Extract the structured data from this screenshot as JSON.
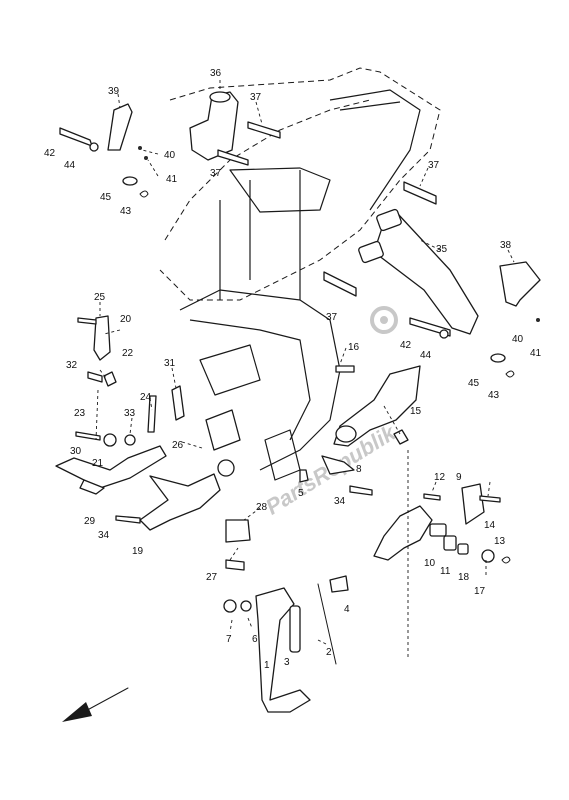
{
  "watermark": "PartsRepublik",
  "callouts": [
    {
      "id": "c1",
      "text": "1"
    },
    {
      "id": "c2",
      "text": "2"
    },
    {
      "id": "c3",
      "text": "3"
    },
    {
      "id": "c4",
      "text": "4"
    },
    {
      "id": "c5",
      "text": "5"
    },
    {
      "id": "c6",
      "text": "6"
    },
    {
      "id": "c7",
      "text": "7"
    },
    {
      "id": "c8",
      "text": "8"
    },
    {
      "id": "c9",
      "text": "9"
    },
    {
      "id": "c10",
      "text": "10"
    },
    {
      "id": "c11",
      "text": "11"
    },
    {
      "id": "c12",
      "text": "12"
    },
    {
      "id": "c13",
      "text": "13"
    },
    {
      "id": "c14",
      "text": "14"
    },
    {
      "id": "c15",
      "text": "15"
    },
    {
      "id": "c16",
      "text": "16"
    },
    {
      "id": "c17",
      "text": "17"
    },
    {
      "id": "c18",
      "text": "18"
    },
    {
      "id": "c19",
      "text": "19"
    },
    {
      "id": "c20",
      "text": "20"
    },
    {
      "id": "c21",
      "text": "21"
    },
    {
      "id": "c22",
      "text": "22"
    },
    {
      "id": "c23",
      "text": "23"
    },
    {
      "id": "c24",
      "text": "24"
    },
    {
      "id": "c25",
      "text": "25"
    },
    {
      "id": "c26",
      "text": "26"
    },
    {
      "id": "c27",
      "text": "27"
    },
    {
      "id": "c28",
      "text": "28"
    },
    {
      "id": "c29",
      "text": "29"
    },
    {
      "id": "c30",
      "text": "30"
    },
    {
      "id": "c31",
      "text": "31"
    },
    {
      "id": "c32",
      "text": "32"
    },
    {
      "id": "c33",
      "text": "33"
    },
    {
      "id": "c34a",
      "text": "34"
    },
    {
      "id": "c34b",
      "text": "34"
    },
    {
      "id": "c35",
      "text": "35"
    },
    {
      "id": "c36",
      "text": "36"
    },
    {
      "id": "c37a",
      "text": "37"
    },
    {
      "id": "c37b",
      "text": "37"
    },
    {
      "id": "c37c",
      "text": "37"
    },
    {
      "id": "c37d",
      "text": "37"
    },
    {
      "id": "c38",
      "text": "38"
    },
    {
      "id": "c39",
      "text": "39"
    },
    {
      "id": "c40a",
      "text": "40"
    },
    {
      "id": "c40b",
      "text": "40"
    },
    {
      "id": "c41a",
      "text": "41"
    },
    {
      "id": "c41b",
      "text": "41"
    },
    {
      "id": "c42a",
      "text": "42"
    },
    {
      "id": "c42b",
      "text": "42"
    },
    {
      "id": "c43a",
      "text": "43"
    },
    {
      "id": "c43b",
      "text": "43"
    },
    {
      "id": "c44a",
      "text": "44"
    },
    {
      "id": "c44b",
      "text": "44"
    },
    {
      "id": "c45a",
      "text": "45"
    },
    {
      "id": "c45b",
      "text": "45"
    }
  ]
}
